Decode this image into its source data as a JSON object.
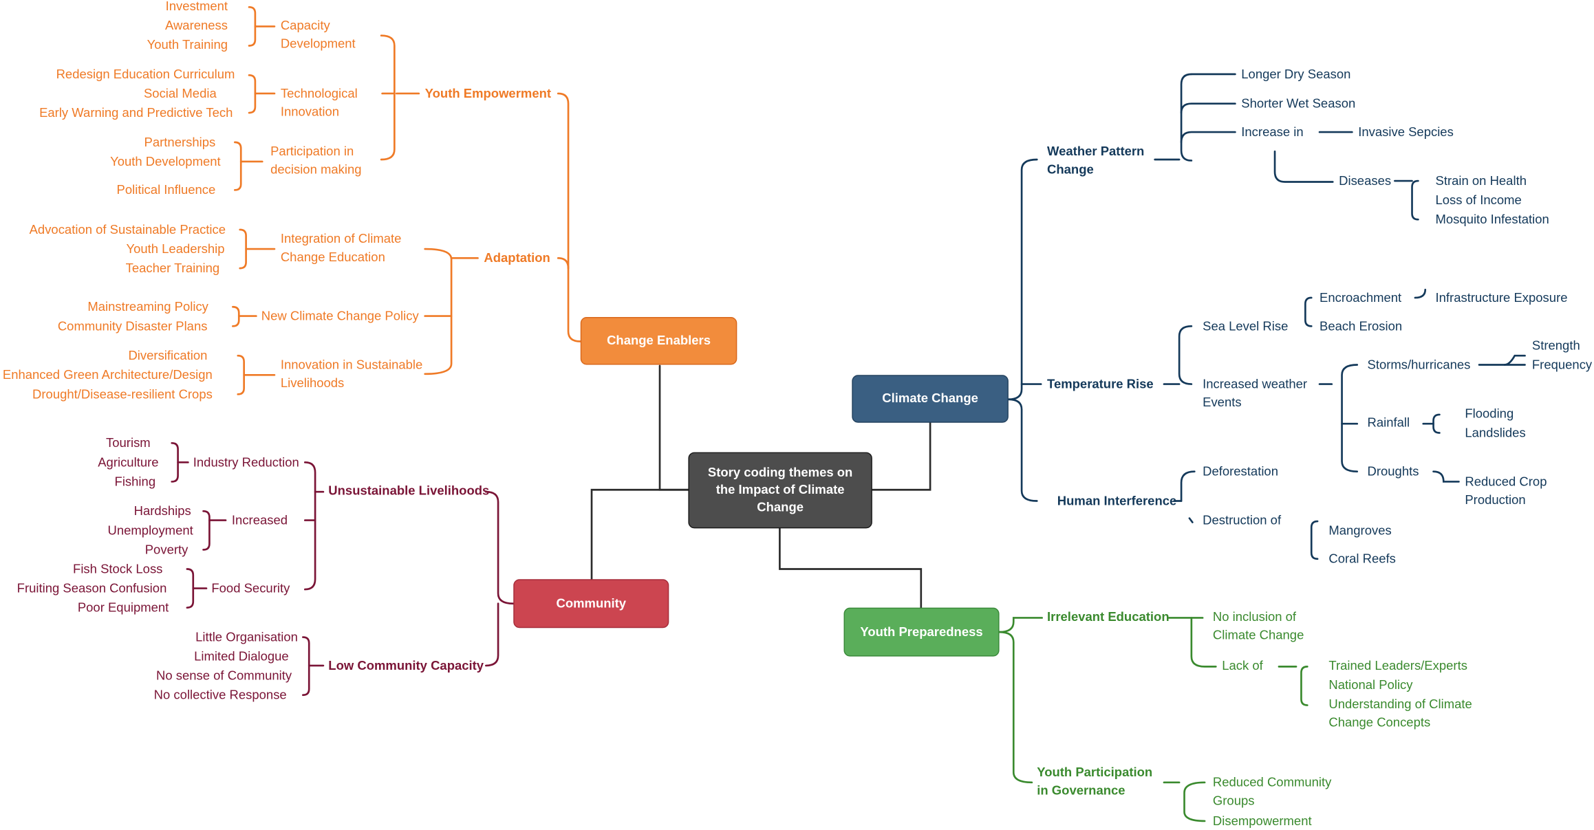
{
  "center": "Story coding themes on the Impact of Climate Change",
  "main": {
    "change_enablers": "Change Enablers",
    "community": "Community",
    "climate_change": "Climate Change",
    "youth_preparedness": "Youth Preparedness"
  },
  "colors": {
    "center": "#4d4d4d",
    "change_enablers": "#f28c3c",
    "community": "#cc4550",
    "climate_change": "#3a5f82",
    "youth_preparedness": "#5aae5a",
    "orange_text": "#ef7a26",
    "red_text": "#7a1436",
    "blue_text": "#14395a",
    "green_text": "#3a8a2e"
  },
  "enablers": {
    "youth_empowerment": "Youth Empowerment",
    "capacity_development": "Capacity Development",
    "capacity_items": [
      "Investment",
      "Awareness",
      "Youth Training"
    ],
    "technological_innovation": "Technological Innovation",
    "tech_items": [
      "Redesign Education Curriculum",
      "Social Media",
      "Early Warning and Predictive Tech"
    ],
    "participation": "Participation in decision making",
    "participation_items": [
      "Partnerships",
      "Youth Development",
      "Political Influence"
    ],
    "adaptation": "Adaptation",
    "integration": "Integration of Climate Change Education",
    "integration_items": [
      "Advocation of Sustainable Practice",
      "Youth Leadership",
      "Teacher Training"
    ],
    "new_policy": "New Climate Change Policy",
    "policy_items": [
      "Mainstreaming Policy",
      "Community Disaster Plans"
    ],
    "innovation": "Innovation in Sustainable Livelihoods",
    "innovation_items": [
      "Diversification",
      "Enhanced Green Architecture/Design",
      "Drought/Disease-resilient Crops"
    ]
  },
  "community": {
    "unsustainable": "Unsustainable Livelihoods",
    "industry_reduction": "Industry Reduction",
    "industry_items": [
      "Tourism",
      "Agriculture",
      "Fishing"
    ],
    "increased": "Increased",
    "increased_items": [
      "Hardships",
      "Unemployment",
      "Poverty"
    ],
    "food_security": "Food Security",
    "food_items": [
      "Fish Stock Loss",
      "Fruiting Season Confusion",
      "Poor Equipment"
    ],
    "low_capacity": "Low Community Capacity",
    "capacity_items": [
      "Little Organisation",
      "Limited Dialogue",
      "No sense of Community",
      "No collective Response"
    ]
  },
  "climate": {
    "weather": "Weather Pattern Change",
    "longer_dry": "Longer Dry Season",
    "shorter_wet": "Shorter Wet Season",
    "increase_in": "Increase in",
    "invasive": "Invasive Sepcies",
    "diseases": "Diseases",
    "disease_items": [
      "Strain on Health",
      "Loss of Income",
      "Mosquito Infestation"
    ],
    "temperature": "Temperature Rise",
    "sea_level": "Sea Level Rise",
    "encroachment": "Encroachment",
    "infrastructure": "Infrastructure Exposure",
    "beach_erosion": "Beach Erosion",
    "increased_weather": "Increased weather Events",
    "storms": "Storms/hurricanes",
    "strength": "Strength",
    "frequency": "Frequency",
    "rainfall": "Rainfall",
    "flooding": "Flooding",
    "landslides": "Landslides",
    "droughts": "Droughts",
    "reduced_crop": "Reduced Crop Production",
    "human": "Human Interference",
    "deforestation": "Deforestation",
    "destruction": "Destruction of",
    "mangroves": "Mangroves",
    "coral": "Coral Reefs"
  },
  "youth": {
    "irrelevant": "Irrelevant Education",
    "no_inclusion": "No inclusion of Climate Change",
    "lack_of": "Lack of",
    "lack_items": [
      "Trained  Leaders/Experts",
      "National Policy",
      "Understanding of Climate Change Concepts"
    ],
    "participation": "Youth Participation in Governance",
    "participation_items": [
      "Reduced Community Groups",
      "Disempowerment"
    ]
  }
}
